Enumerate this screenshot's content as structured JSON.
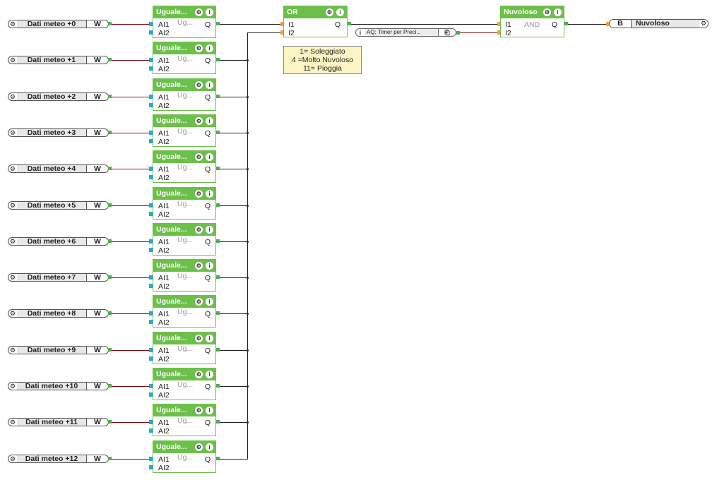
{
  "inputs": [
    {
      "label": "Dati meteo +0",
      "type": "W"
    },
    {
      "label": "Dati meteo +1",
      "type": "W"
    },
    {
      "label": "Dati meteo +2",
      "type": "W"
    },
    {
      "label": "Dati meteo +3",
      "type": "W"
    },
    {
      "label": "Dati meteo +4",
      "type": "W"
    },
    {
      "label": "Dati meteo +5",
      "type": "W"
    },
    {
      "label": "Dati meteo +6",
      "type": "W"
    },
    {
      "label": "Dati meteo +7",
      "type": "W"
    },
    {
      "label": "Dati meteo +8",
      "type": "W"
    },
    {
      "label": "Dati meteo +9",
      "type": "W"
    },
    {
      "label": "Dati meteo +10",
      "type": "W"
    },
    {
      "label": "Dati meteo +11",
      "type": "W"
    },
    {
      "label": "Dati meteo +12",
      "type": "W"
    }
  ],
  "equal_block": {
    "title": "Uguale...",
    "in1": "AI1",
    "in2": "AI2",
    "sub": "Ug...",
    "out": "Q"
  },
  "or_block": {
    "title": "OR",
    "in1": "I1",
    "in2": "I2",
    "out": "Q"
  },
  "note": {
    "line1": "1= Soleggiato",
    "line2": "4 =Molto Nuvoloso",
    "line3": "11= Pioggia"
  },
  "timer_ref": {
    "icon": "i",
    "label": "AQ: Timer per Preci...",
    "exit_icon": "⎗"
  },
  "and_block": {
    "title": "Nuvoloso",
    "in1": "I1",
    "in2": "I2",
    "op": "AND",
    "out": "Q"
  },
  "output": {
    "type": "B",
    "label": "Nuvoloso"
  },
  "icons": {
    "gear": "⚙",
    "info": "i"
  },
  "colors": {
    "block_green": "#6cc04a",
    "wire_red": "#7a0f0f",
    "wire_dark": "#222222",
    "pin_orange": "#f3a13a",
    "pin_blue": "#26a9d9",
    "note_bg": "#fdf6c4"
  }
}
